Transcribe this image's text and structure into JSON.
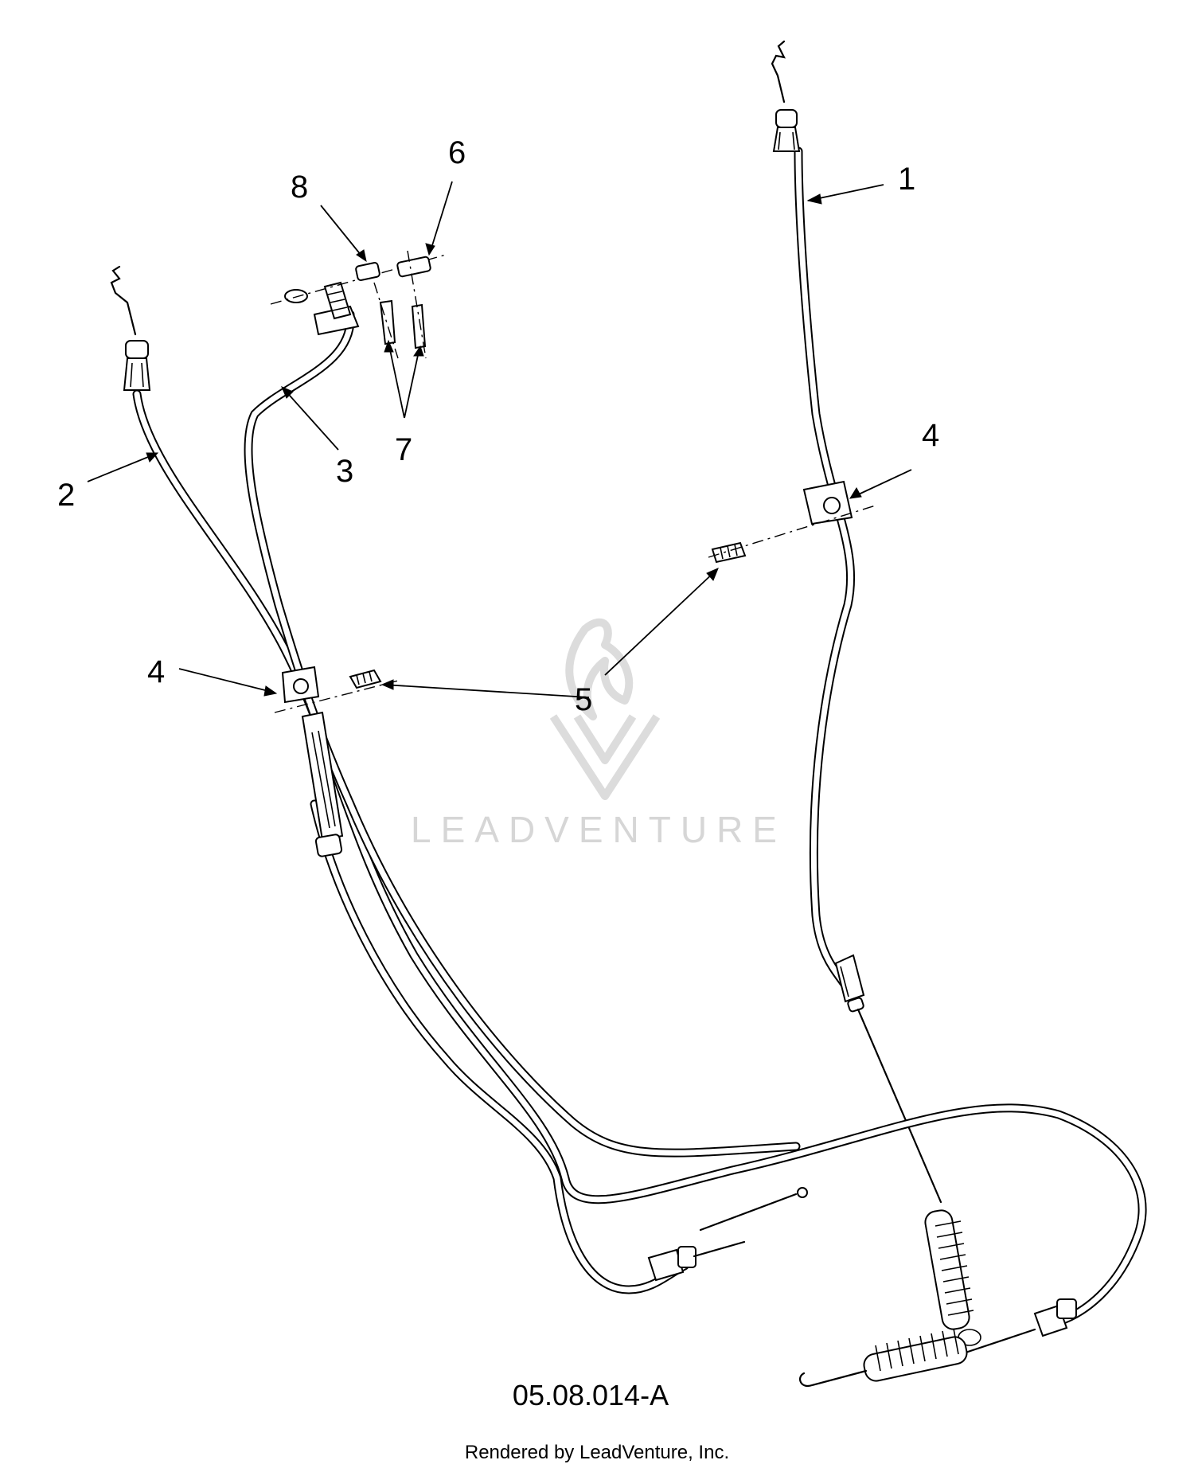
{
  "diagram": {
    "callouts": {
      "c1": "1",
      "c2": "2",
      "c3": "3",
      "c4a": "4",
      "c4b": "4",
      "c5": "5",
      "c6": "6",
      "c7": "7",
      "c8": "8"
    },
    "drawing_code": "05.08.014-A",
    "credit": "Rendered by LeadVenture, Inc."
  },
  "watermark": {
    "text": "LEADVENTURE"
  },
  "colors": {
    "line": "#000000",
    "background": "#ffffff",
    "watermark": "#d6d6d6"
  }
}
